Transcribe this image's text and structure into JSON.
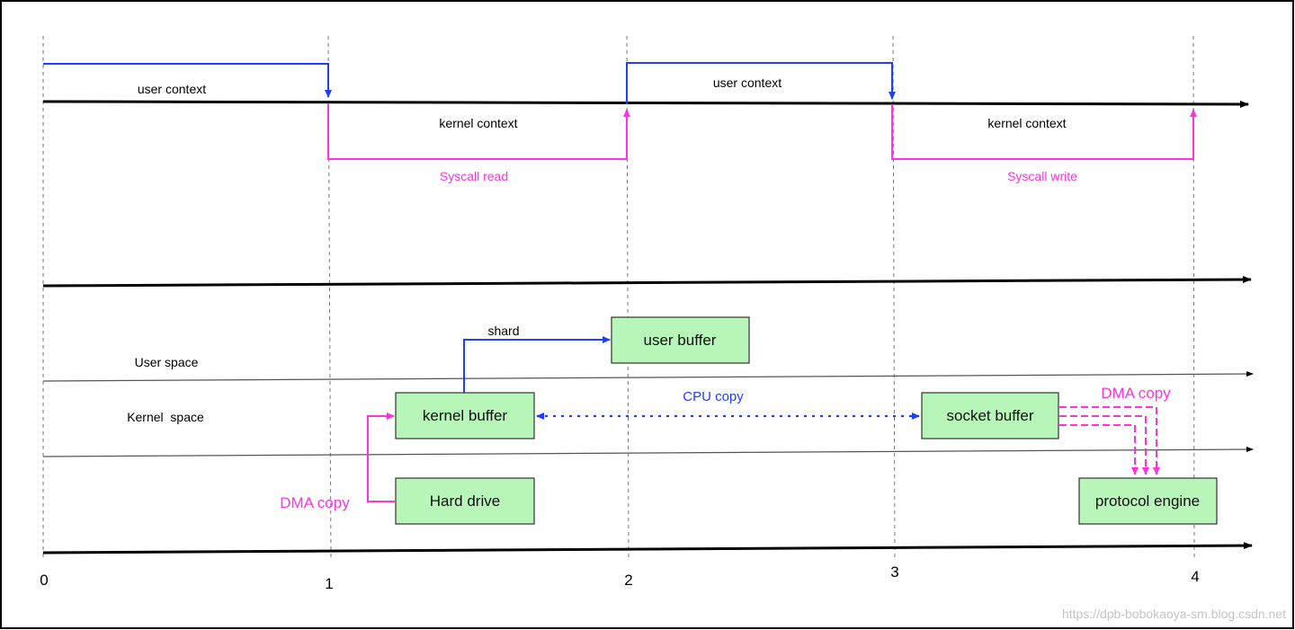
{
  "timeline": {
    "ticks": [
      "0",
      "1",
      "2",
      "3",
      "4"
    ]
  },
  "context": {
    "user_context_1": "user context",
    "user_context_2": "user context",
    "kernel_context_1": "kernel context",
    "kernel_context_2": "kernel context",
    "syscall_read": "Syscall read",
    "syscall_write": "Syscall write"
  },
  "spaces": {
    "user_space": "User space",
    "kernel_space": "Kernel  space"
  },
  "boxes": {
    "user_buffer": "user buffer",
    "kernel_buffer": "kernel buffer",
    "hard_drive": "Hard drive",
    "socket_buffer": "socket buffer",
    "protocol_engine": "protocol engine"
  },
  "flows": {
    "shard": "shard",
    "cpu_copy": "CPU copy",
    "dma_copy_left": "DMA copy",
    "dma_copy_right": "DMA copy"
  },
  "watermark": "https://dpb-bobokaoya-sm.blog.csdn.net",
  "colors": {
    "user_flow": "#1f3fff",
    "kernel_flow": "#ff33dd",
    "box_fill": "#b8f5b8",
    "axis": "#000000"
  }
}
